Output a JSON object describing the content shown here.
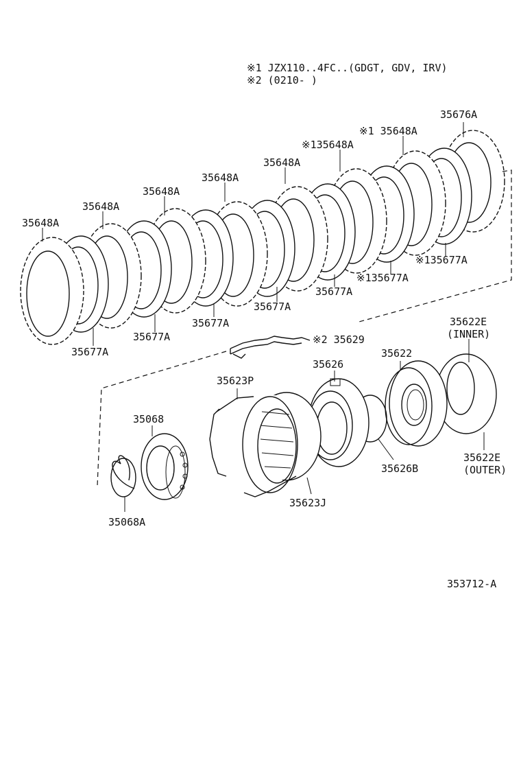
{
  "notes": {
    "line1": "※1 JZX110..4FC..(GDGT, GDV, IRV)",
    "line2": "※2 (0210-    )"
  },
  "labels": {
    "p35676A": "35676A",
    "p35648A_n1": "※1 35648A",
    "p35648A_n2": "※135648A",
    "p35648A_1": "35648A",
    "p35648A_2": "35648A",
    "p35648A_3": "35648A",
    "p35648A_4": "35648A",
    "p35648A_5": "35648A",
    "p35677A_n1": "※135677A",
    "p35677A_n2": "※135677A",
    "p35677A_1": "35677A",
    "p35677A_2": "35677A",
    "p35677A_3": "35677A",
    "p35677A_4": "35677A",
    "p35677A_5": "35677A",
    "p35629": "※2 35629",
    "p35622E_inner_1": "35622E",
    "p35622E_inner_2": "(INNER)",
    "p35622E_outer_1": "35622E",
    "p35622E_outer_2": "(OUTER)",
    "p35622": "35622",
    "p35626": "35626",
    "p35626B": "35626B",
    "p35623P": "35623P",
    "p35623J": "35623J",
    "p35068": "35068",
    "p35068A": "35068A",
    "figure_id": "353712-A"
  }
}
